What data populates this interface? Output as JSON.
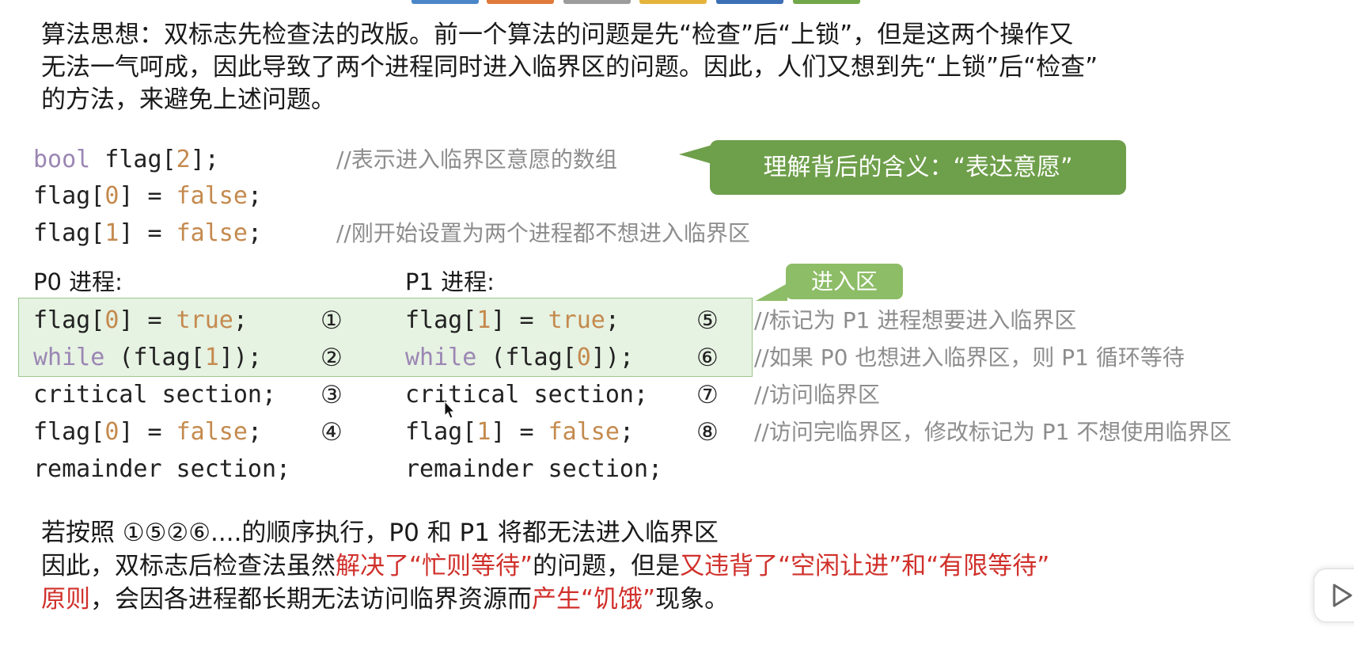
{
  "intro": {
    "line1": "算法思想：双标志先检查法的改版。前一个算法的问题是先“检查”后“上锁”，但是这两个操作又",
    "line2": "无法一气呵成，因此导致了两个进程同时进入临界区的问题。因此，人们又想到先“上锁”后“检查”",
    "line3": "的方法，来避免上述问题。"
  },
  "decl": {
    "l1": {
      "kw": "bool",
      "rest_a": " flag[",
      "num": "2",
      "rest_b": "];",
      "comment": "//表示进入临界区意愿的数组"
    },
    "l2": {
      "a": "flag[",
      "num": "0",
      "b": "] = ",
      "val": "false",
      "c": ";"
    },
    "l3": {
      "a": "flag[",
      "num": "1",
      "b": "] = ",
      "val": "false",
      "c": ";",
      "comment": "//刚开始设置为两个进程都不想进入临界区"
    }
  },
  "callout": {
    "text": "理解背后的含义：“表达意愿”"
  },
  "enter_tag": {
    "text": "进入区"
  },
  "p0": {
    "header": "P0 进程:",
    "l1": {
      "a": "flag[",
      "num": "0",
      "b": "] = ",
      "val": "true",
      "c": ";"
    },
    "l2": {
      "kw": "while",
      "a": " (flag[",
      "num": "1",
      "b": "]);"
    },
    "l3": "critical section;",
    "l4": {
      "a": "flag[",
      "num": "0",
      "b": "] = ",
      "val": "false",
      "c": ";"
    },
    "l5": "remainder section;"
  },
  "p0_marks": [
    "①",
    "②",
    "③",
    "④"
  ],
  "p1": {
    "header": "P1 进程:",
    "l1": {
      "a": "flag[",
      "num": "1",
      "b": "] = ",
      "val": "true",
      "c": ";"
    },
    "l2": {
      "kw": "while",
      "a": " (flag[",
      "num": "0",
      "b": "]);"
    },
    "l3": "critical section;",
    "l4": {
      "a": "flag[",
      "num": "1",
      "b": "] = ",
      "val": "false",
      "c": ";"
    },
    "l5": "remainder section;"
  },
  "p1_marks": [
    "⑤",
    "⑥",
    "⑦",
    "⑧"
  ],
  "comments": [
    "//标记为 P1 进程想要进入临界区",
    "//如果 P0 也想进入临界区，则 P1 循环等待",
    "//访问临界区",
    "//访问完临界区，修改标记为 P1 不想使用临界区"
  ],
  "summary": {
    "line1": "若按照 ①⑤②⑥....的顺序执行，P0 和 P1 将都无法进入临界区",
    "l2_a": "因此，双标志后检查法虽然",
    "l2_red1": "解决了“忙则等待”",
    "l2_b": "的问题，但是",
    "l2_red2": "又违背了“空闲让进”和“有限等待”",
    "l3_red1": "原则",
    "l3_a": "，会因各进程都长期无法访问临界资源而",
    "l3_red2": "产生“饥饿”",
    "l3_b": "现象。"
  },
  "colors": {
    "keyword": "#9b86b4",
    "number": "#c48a4e",
    "comment": "#8d8d8d",
    "callout": "#6e9f4a",
    "highlight_border": "#9cc88e",
    "emphasis_red": "#d0302b"
  },
  "icons": {
    "play": "play-icon",
    "cursor": "mouse-cursor-icon"
  }
}
